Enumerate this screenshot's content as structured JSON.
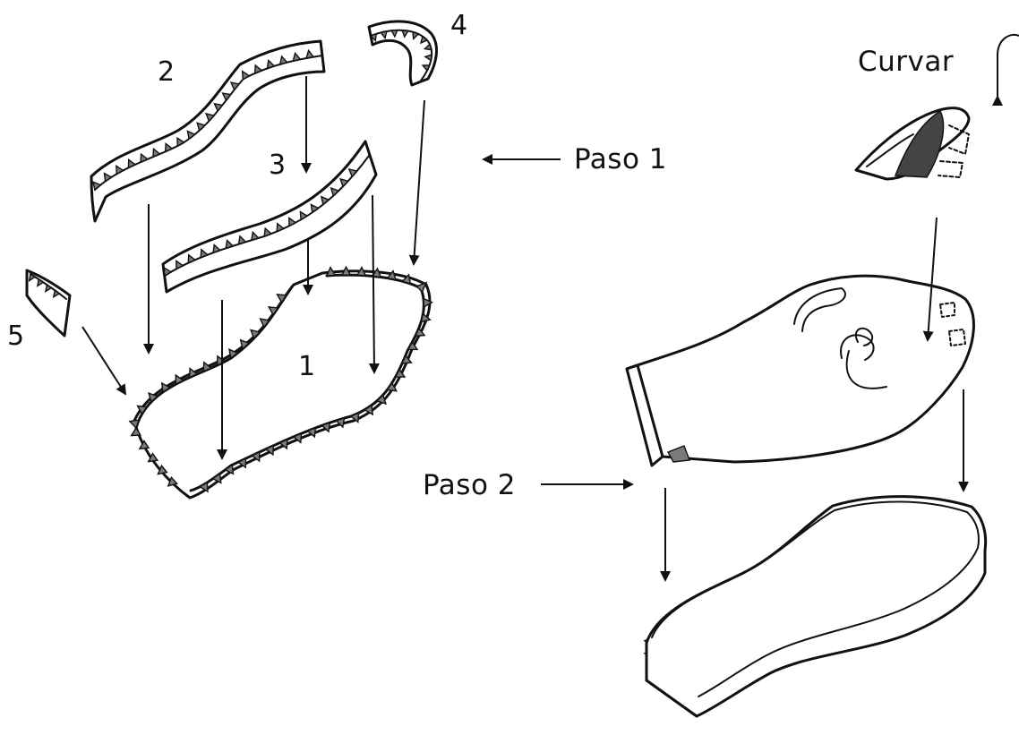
{
  "labels": {
    "n1": "1",
    "n2": "2",
    "n3": "3",
    "n4": "4",
    "n5": "5",
    "paso1": "Paso 1",
    "paso2": "Paso 2",
    "curvar": "Curvar"
  },
  "colors": {
    "ink": "#111111",
    "teeth": "#7a7a7a",
    "background": "#ffffff"
  }
}
